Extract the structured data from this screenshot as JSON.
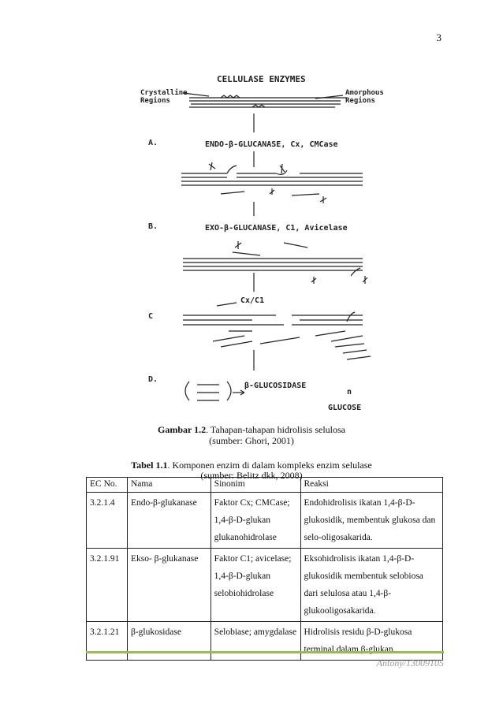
{
  "page_number": "3",
  "figure": {
    "title": "CELLULASE ENZYMES",
    "crystalline_label_1": "Crystalline",
    "crystalline_label_2": "Regions",
    "amorphous_label_1": "Amorphous",
    "amorphous_label_2": "Regions",
    "step_a_label": "A.",
    "step_a_enzyme": "ENDO-β-GLUCANASE, Cx, CMCase",
    "step_b_label": "B.",
    "step_b_enzyme": "EXO-β-GLUCANASE, C1, Avicelase",
    "step_c_label": "C",
    "step_c_enzyme": "Cx/C1",
    "step_d_label": "D.",
    "step_d_enzyme": "β-GLUCOSIDASE",
    "product_n": "n",
    "product_label": "GLUCOSE"
  },
  "caption1": {
    "label": "Gambar 1.2",
    "text": ". Tahapan-tahapan hidrolisis selulosa",
    "source": "(sumber: Ghori, 2001)"
  },
  "caption2": {
    "label": "Tabel 1.1",
    "text": ". Komponen enzim di dalam kompleks enzim selulase",
    "source": "(sumber: Belitz dkk, 2008)"
  },
  "table": {
    "headers": [
      "EC No.",
      "Nama",
      "Sinonim",
      "Reaksi"
    ],
    "rows": [
      {
        "ec": "3.2.1.4",
        "nama": "Endo-β-glukanase",
        "sinonim": "Faktor Cx; CMCase; 1,4-β-D-glukan glukanohidrolase",
        "reaksi": "Endohidrolisis ikatan 1,4-β-D-glukosidik, membentuk glukosa dan selo-oligosakarida."
      },
      {
        "ec": "3.2.1.91",
        "nama": "Ekso- β-glukanase",
        "sinonim": "Faktor C1; avicelase; 1,4-β-D-glukan selobiohidrolase",
        "reaksi": "Eksohidrolisis ikatan 1,4-β-D-glukosidik membentuk selobiosa dari selulosa atau 1,4-β-glukooligosakarida."
      },
      {
        "ec": "3.2.1.21",
        "nama": "β-glukosidase",
        "sinonim": "Selobiase; amygdalase",
        "reaksi": "Hidrolisis residu β-D-glukosa terminal dalam β-glukan."
      }
    ]
  },
  "footer": {
    "author": "Antony/13009105",
    "line_color": "#9bbb59"
  }
}
